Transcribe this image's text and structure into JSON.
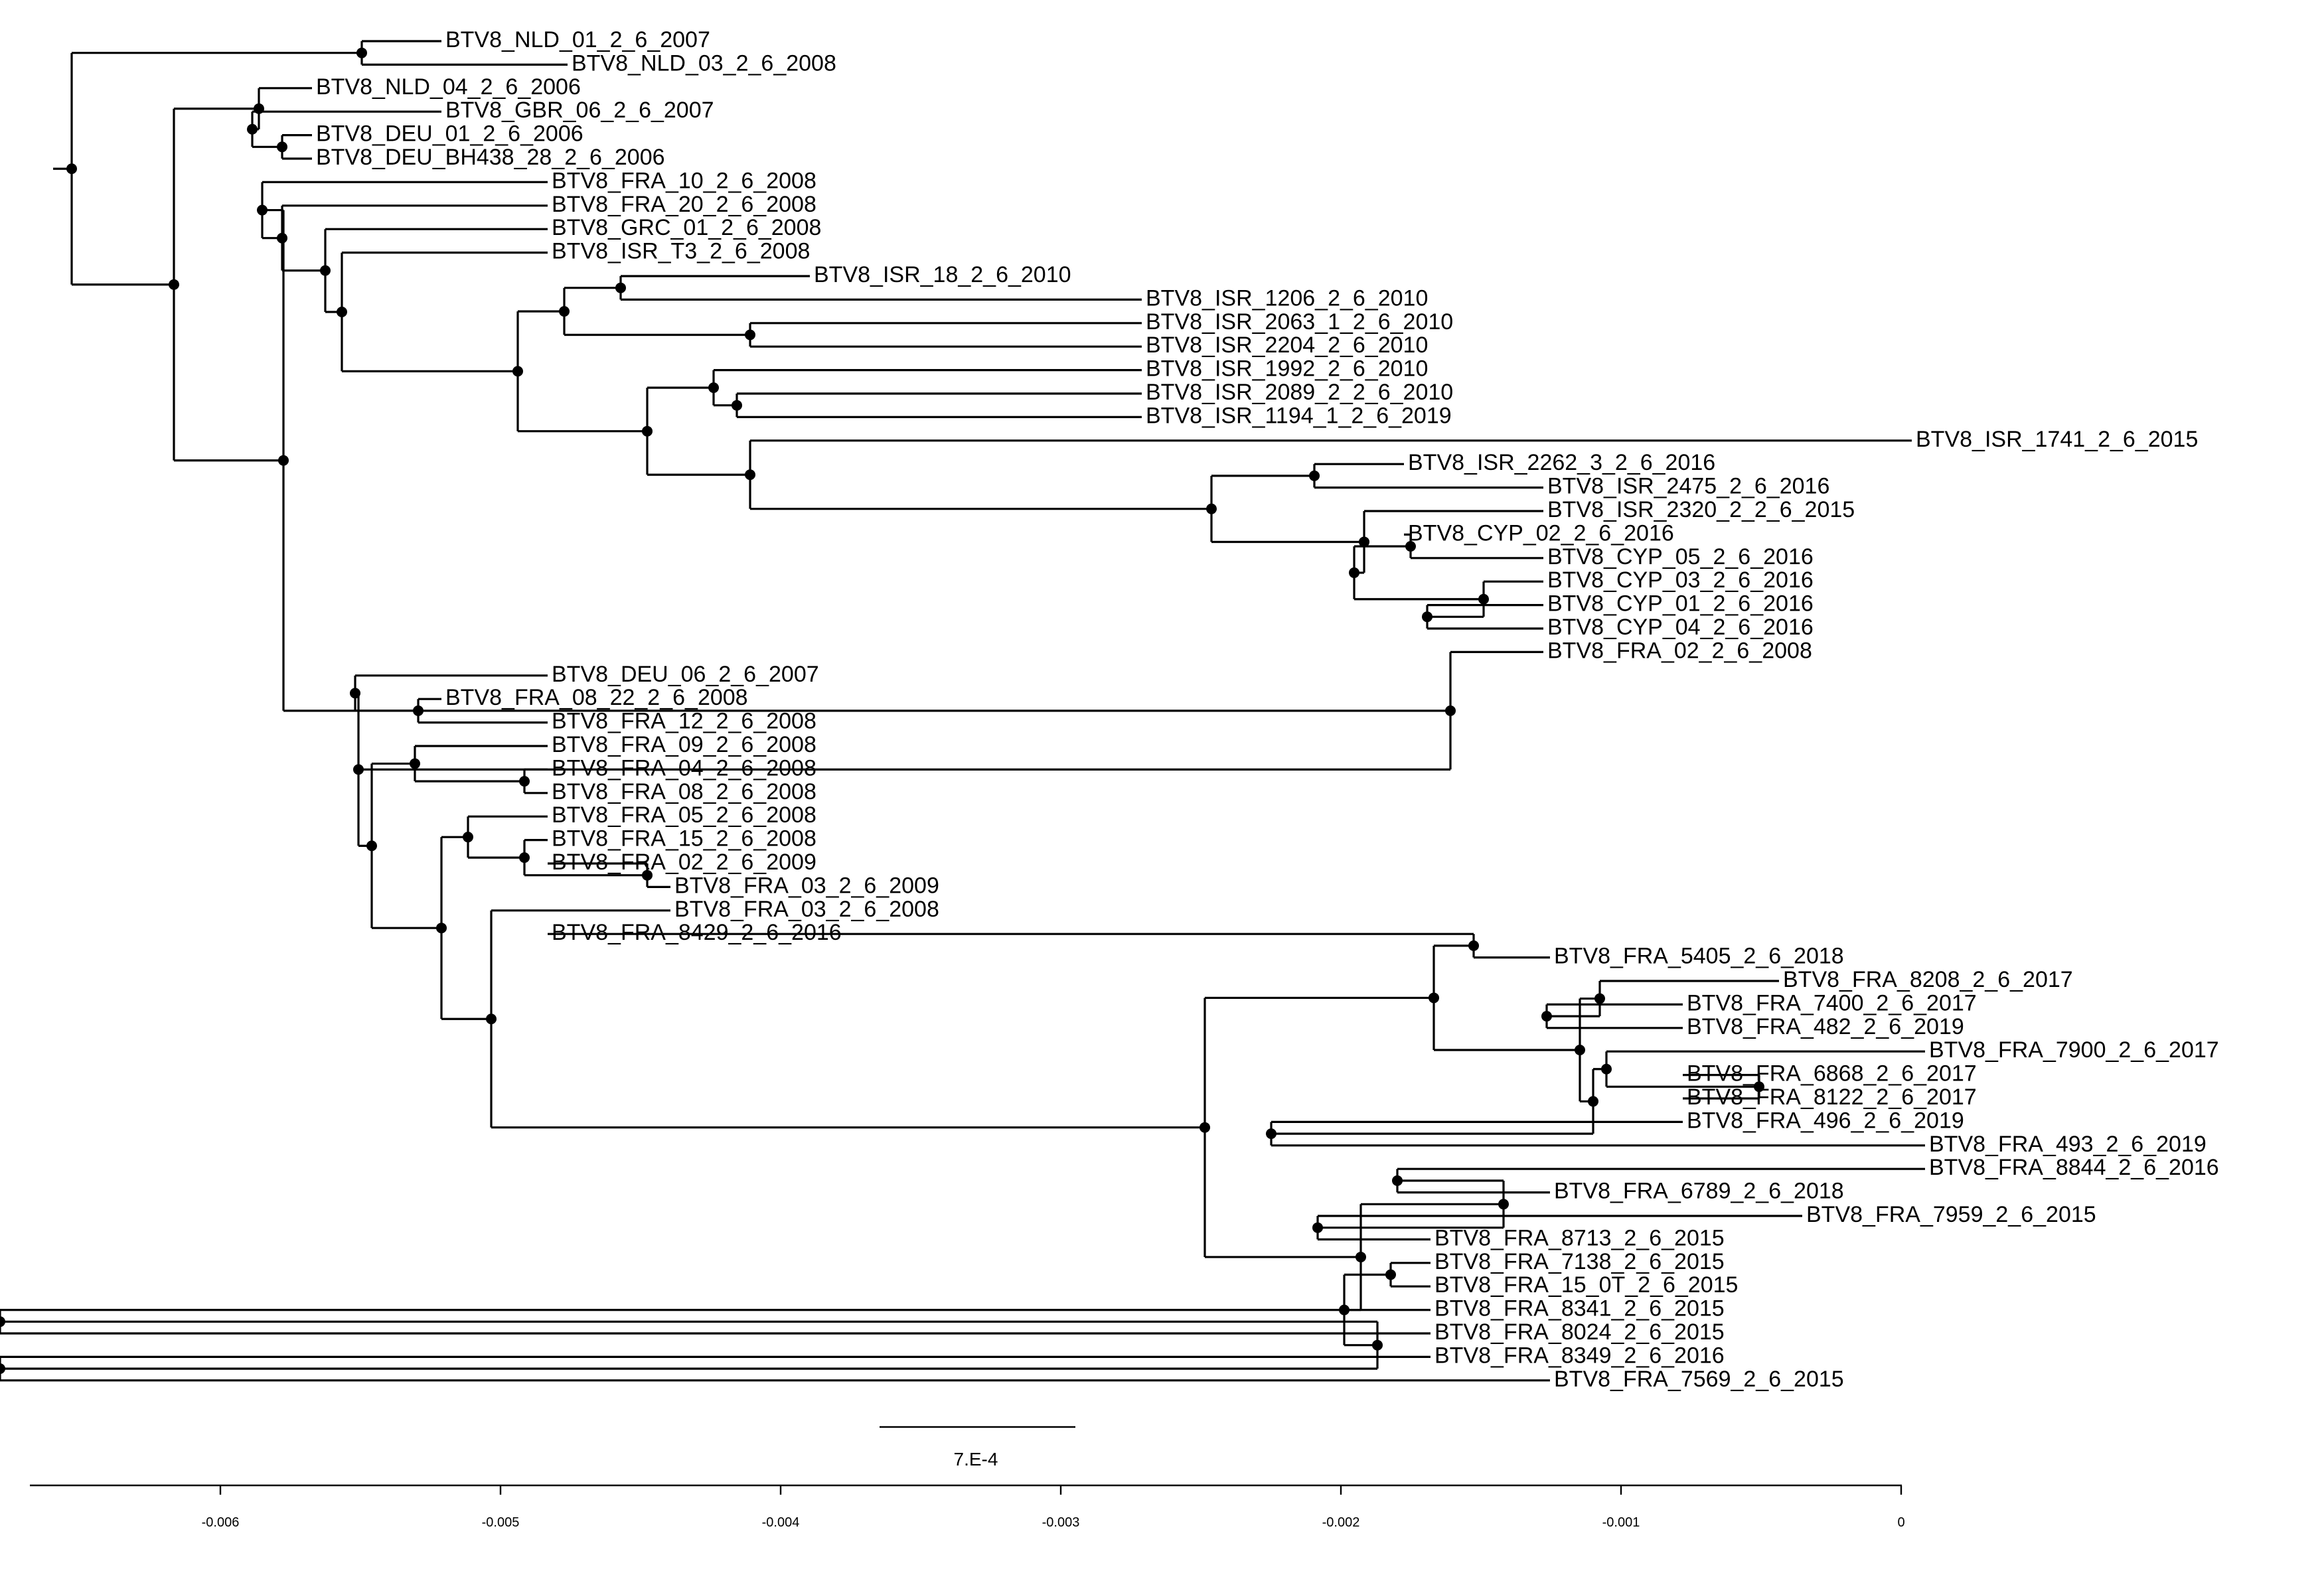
{
  "figure": {
    "scale_bar_label": "7.E-4",
    "axis_ticks": [
      "-0.006",
      "-0.005",
      "-0.004",
      "-0.003",
      "-0.002",
      "-0.001",
      "0"
    ]
  },
  "tree": {
    "children": [
      {
        "children": [
          {
            "name": "BTV8_NLD_01_2_6_2007"
          },
          {
            "name": "BTV8_NLD_03_2_6_2008"
          }
        ]
      },
      {
        "children": [
          {
            "children": [
              {
                "name": "BTV8_NLD_04_2_6_2006"
              },
              {
                "children": [
                  {
                    "name": "BTV8_GBR_06_2_6_2007"
                  },
                  {
                    "children": [
                      {
                        "name": "BTV8_DEU_01_2_6_2006"
                      },
                      {
                        "name": "BTV8_DEU_BH438_28_2_6_2006"
                      }
                    ]
                  }
                ]
              }
            ]
          },
          {
            "children": [
              {
                "children": [
                  {
                    "name": "BTV8_FRA_10_2_6_2008"
                  },
                  {
                    "children": [
                      {
                        "name": "BTV8_FRA_20_2_6_2008"
                      },
                      {
                        "children": [
                          {
                            "name": "BTV8_GRC_01_2_6_2008"
                          },
                          {
                            "children": [
                              {
                                "name": "BTV8_ISR_T3_2_6_2008"
                              },
                              {
                                "children": [
                                  {
                                    "children": [
                                      {
                                        "children": [
                                          {
                                            "name": "BTV8_ISR_18_2_6_2010"
                                          },
                                          {
                                            "name": "BTV8_ISR_1206_2_6_2010"
                                          }
                                        ]
                                      },
                                      {
                                        "children": [
                                          {
                                            "name": "BTV8_ISR_2063_1_2_6_2010"
                                          },
                                          {
                                            "name": "BTV8_ISR_2204_2_6_2010"
                                          }
                                        ]
                                      }
                                    ]
                                  },
                                  {
                                    "children": [
                                      {
                                        "children": [
                                          {
                                            "name": "BTV8_ISR_1992_2_6_2010"
                                          },
                                          {
                                            "children": [
                                              {
                                                "name": "BTV8_ISR_2089_2_2_6_2010"
                                              },
                                              {
                                                "name": "BTV8_ISR_1194_1_2_6_2019"
                                              }
                                            ]
                                          }
                                        ]
                                      },
                                      {
                                        "children": [
                                          {
                                            "name": "BTV8_ISR_1741_2_6_2015"
                                          },
                                          {
                                            "children": [
                                              {
                                                "children": [
                                                  {
                                                    "name": "BTV8_ISR_2262_3_2_6_2016"
                                                  },
                                                  {
                                                    "name": "BTV8_ISR_2475_2_6_2016"
                                                  }
                                                ]
                                              },
                                              {
                                                "children": [
                                                  {
                                                    "name": "BTV8_ISR_2320_2_2_6_2015"
                                                  },
                                                  {
                                                    "children": [
                                                      {
                                                        "children": [
                                                          {
                                                            "name": "BTV8_CYP_02_2_6_2016"
                                                          },
                                                          {
                                                            "name": "BTV8_CYP_05_2_6_2016"
                                                          }
                                                        ]
                                                      },
                                                      {
                                                        "children": [
                                                          {
                                                            "name": "BTV8_CYP_03_2_6_2016"
                                                          },
                                                          {
                                                            "children": [
                                                              {
                                                                "name": "BTV8_CYP_01_2_6_2016"
                                                              },
                                                              {
                                                                "name": "BTV8_CYP_04_2_6_2016"
                                                              }
                                                            ]
                                                          }
                                                        ]
                                                      }
                                                    ]
                                                  }
                                                ]
                                              }
                                            ]
                                          }
                                        ]
                                      }
                                    ]
                                  }
                                ]
                              }
                            ]
                          }
                        ]
                      }
                    ]
                  }
                ]
              },
              {
                "children": [
                  {
                    "name": "BTV8_FRA_02_2_6_2008"
                  },
                  {
                    "children": [
                      {
                        "children": [
                          {
                            "name": "BTV8_DEU_06_2_6_2007"
                          },
                          {
                            "children": [
                              {
                                "name": "BTV8_FRA_08_22_2_6_2008"
                              },
                              {
                                "name": "BTV8_FRA_12_2_6_2008"
                              }
                            ]
                          }
                        ]
                      },
                      {
                        "children": [
                          {
                            "children": [
                              {
                                "name": "BTV8_FRA_09_2_6_2008"
                              },
                              {
                                "children": [
                                  {
                                    "name": "BTV8_FRA_04_2_6_2008"
                                  },
                                  {
                                    "name": "BTV8_FRA_08_2_6_2008"
                                  }
                                ]
                              }
                            ]
                          },
                          {
                            "children": [
                              {
                                "children": [
                                  {
                                    "name": "BTV8_FRA_05_2_6_2008"
                                  },
                                  {
                                    "children": [
                                      {
                                        "name": "BTV8_FRA_15_2_6_2008"
                                      },
                                      {
                                        "children": [
                                          {
                                            "name": "BTV8_FRA_02_2_6_2009"
                                          },
                                          {
                                            "name": "BTV8_FRA_03_2_6_2009"
                                          }
                                        ]
                                      }
                                    ]
                                  }
                                ]
                              },
                              {
                                "children": [
                                  {
                                    "name": "BTV8_FRA_03_2_6_2008"
                                  },
                                  {
                                    "children": [
                                      {
                                        "children": [
                                          {
                                            "children": [
                                              {
                                                "name": "BTV8_FRA_8429_2_6_2016"
                                              },
                                              {
                                                "name": "BTV8_FRA_5405_2_6_2018"
                                              }
                                            ]
                                          },
                                          {
                                            "children": [
                                              {
                                                "children": [
                                                  {
                                                    "name": "BTV8_FRA_8208_2_6_2017"
                                                  },
                                                  {
                                                    "children": [
                                                      {
                                                        "name": "BTV8_FRA_7400_2_6_2017"
                                                      },
                                                      {
                                                        "name": "BTV8_FRA_482_2_6_2019"
                                                      }
                                                    ]
                                                  }
                                                ]
                                              },
                                              {
                                                "children": [
                                                  {
                                                    "children": [
                                                      {
                                                        "name": "BTV8_FRA_7900_2_6_2017"
                                                      },
                                                      {
                                                        "children": [
                                                          {
                                                            "name": "BTV8_FRA_6868_2_6_2017"
                                                          },
                                                          {
                                                            "name": "BTV8_FRA_8122_2_6_2017"
                                                          }
                                                        ]
                                                      }
                                                    ]
                                                  },
                                                  {
                                                    "children": [
                                                      {
                                                        "name": "BTV8_FRA_496_2_6_2019"
                                                      },
                                                      {
                                                        "name": "BTV8_FRA_493_2_6_2019"
                                                      }
                                                    ]
                                                  }
                                                ]
                                              }
                                            ]
                                          }
                                        ]
                                      },
                                      {
                                        "children": [
                                          {
                                            "children": [
                                              {
                                                "children": [
                                                  {
                                                    "name": "BTV8_FRA_8844_2_6_2016"
                                                  },
                                                  {
                                                    "name": "BTV8_FRA_6789_2_6_2018"
                                                  }
                                                ]
                                              },
                                              {
                                                "children": [
                                                  {
                                                    "name": "BTV8_FRA_7959_2_6_2015"
                                                  },
                                                  {
                                                    "name": "BTV8_FRA_8713_2_6_2015"
                                                  }
                                                ]
                                              }
                                            ]
                                          },
                                          {
                                            "children": [
                                              {
                                                "children": [
                                                  {
                                                    "name": "BTV8_FRA_7138_2_6_2015"
                                                  },
                                                  {
                                                    "name": "BTV8_FRA_15_0T_2_6_2015"
                                                  }
                                                ]
                                              },
                                              {
                                                "children": [
                                                  {
                                                    "children": [
                                                      {
                                                        "name": "BTV8_FRA_8341_2_6_2015"
                                                      },
                                                      {
                                                        "name": "BTV8_FRA_8024_2_6_2015"
                                                      }
                                                    ]
                                                  },
                                                  {
                                                    "children": [
                                                      {
                                                        "name": "BTV8_FRA_8349_2_6_2016"
                                                      },
                                                      {
                                                        "name": "BTV8_FRA_7569_2_6_2015"
                                                      }
                                                    ]
                                                  }
                                                ]
                                              }
                                            ]
                                          }
                                        ]
                                      }
                                    ]
                                  }
                                ]
                              }
                            ]
                          }
                        ]
                      }
                    ]
                  }
                ]
              }
            ]
          }
        ]
      }
    ]
  }
}
